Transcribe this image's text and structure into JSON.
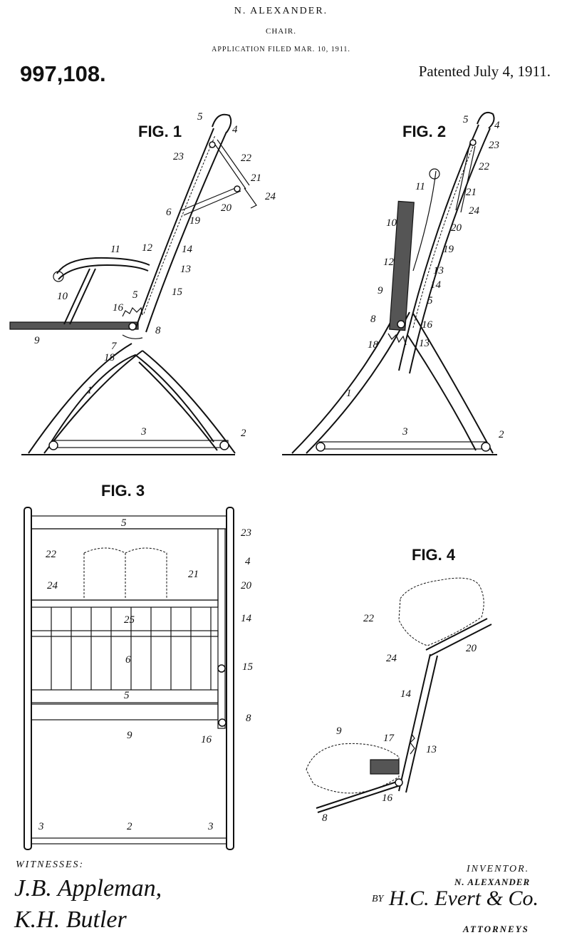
{
  "header": {
    "inventor": "N. ALEXANDER.",
    "title": "CHAIR.",
    "application": "APPLICATION FILED MAR. 10, 1911.",
    "patent_number": "997,108.",
    "patented_date": "Patented July 4, 1911."
  },
  "figures": {
    "fig1": {
      "title": "FIG. 1",
      "labels": [
        "5",
        "4",
        "23",
        "22",
        "21",
        "24",
        "20",
        "19",
        "6",
        "12",
        "14",
        "11",
        "13",
        "15",
        "10",
        "5",
        "16",
        "8",
        "9",
        "7",
        "18",
        "1",
        "3",
        "2"
      ]
    },
    "fig2": {
      "title": "FIG. 2",
      "labels": [
        "5",
        "4",
        "23",
        "22",
        "11",
        "21",
        "24",
        "10",
        "20",
        "19",
        "12",
        "13",
        "9",
        "14",
        "5",
        "8",
        "16",
        "18",
        "13",
        "1",
        "3",
        "2"
      ]
    },
    "fig3": {
      "title": "FIG. 3",
      "labels": [
        "5",
        "23",
        "22",
        "4",
        "21",
        "20",
        "24",
        "25",
        "14",
        "6",
        "15",
        "5",
        "8",
        "9",
        "16",
        "3",
        "2",
        "3"
      ]
    },
    "fig4": {
      "title": "FIG. 4",
      "labels": [
        "22",
        "20",
        "24",
        "14",
        "9",
        "17",
        "13",
        "16",
        "8"
      ]
    }
  },
  "footer": {
    "witnesses_label": "WITNESSES:",
    "witness_1": "J.B. Appleman,",
    "witness_2": "K.H. Butler",
    "inventor_label": "INVENTOR.",
    "inventor_name": "N. ALEXANDER",
    "by_label": "BY",
    "attorney_signature": "H.C. Evert & Co.",
    "attorneys_label": "ATTORNEYS"
  }
}
